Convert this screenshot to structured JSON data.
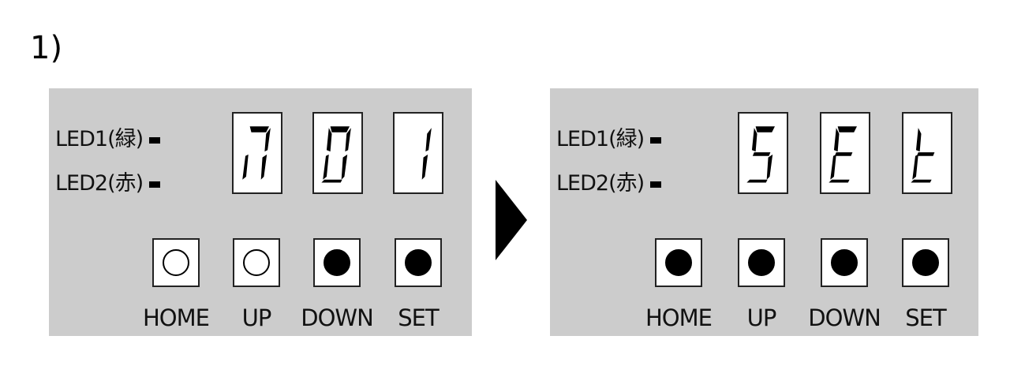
{
  "step_label": "1)",
  "panels": [
    {
      "led1_label": "LED1(緑)",
      "led2_label": "LED2(赤)",
      "display": [
        "n",
        "0",
        "1"
      ],
      "buttons": [
        {
          "label": "HOME",
          "lit": false
        },
        {
          "label": "UP",
          "lit": false
        },
        {
          "label": "DOWN",
          "lit": true
        },
        {
          "label": "SET",
          "lit": true
        }
      ]
    },
    {
      "led1_label": "LED1(緑)",
      "led2_label": "LED2(赤)",
      "display": [
        "S",
        "E",
        "t"
      ],
      "buttons": [
        {
          "label": "HOME",
          "lit": true
        },
        {
          "label": "UP",
          "lit": true
        },
        {
          "label": "DOWN",
          "lit": true
        },
        {
          "label": "SET",
          "lit": true
        }
      ]
    }
  ]
}
